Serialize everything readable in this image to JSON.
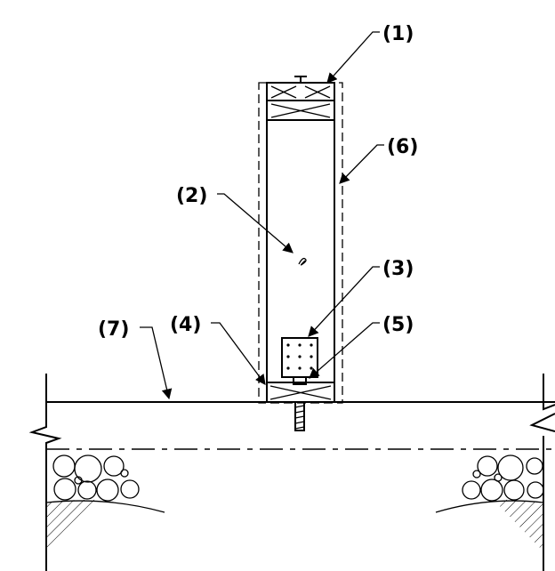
{
  "callouts": [
    {
      "id": "1",
      "label": "(1)"
    },
    {
      "id": "2",
      "label": "(2)"
    },
    {
      "id": "3",
      "label": "(3)"
    },
    {
      "id": "4",
      "label": "(4)"
    },
    {
      "id": "5",
      "label": "(5)"
    },
    {
      "id": "6",
      "label": "(6)"
    },
    {
      "id": "7",
      "label": "(7)"
    }
  ]
}
